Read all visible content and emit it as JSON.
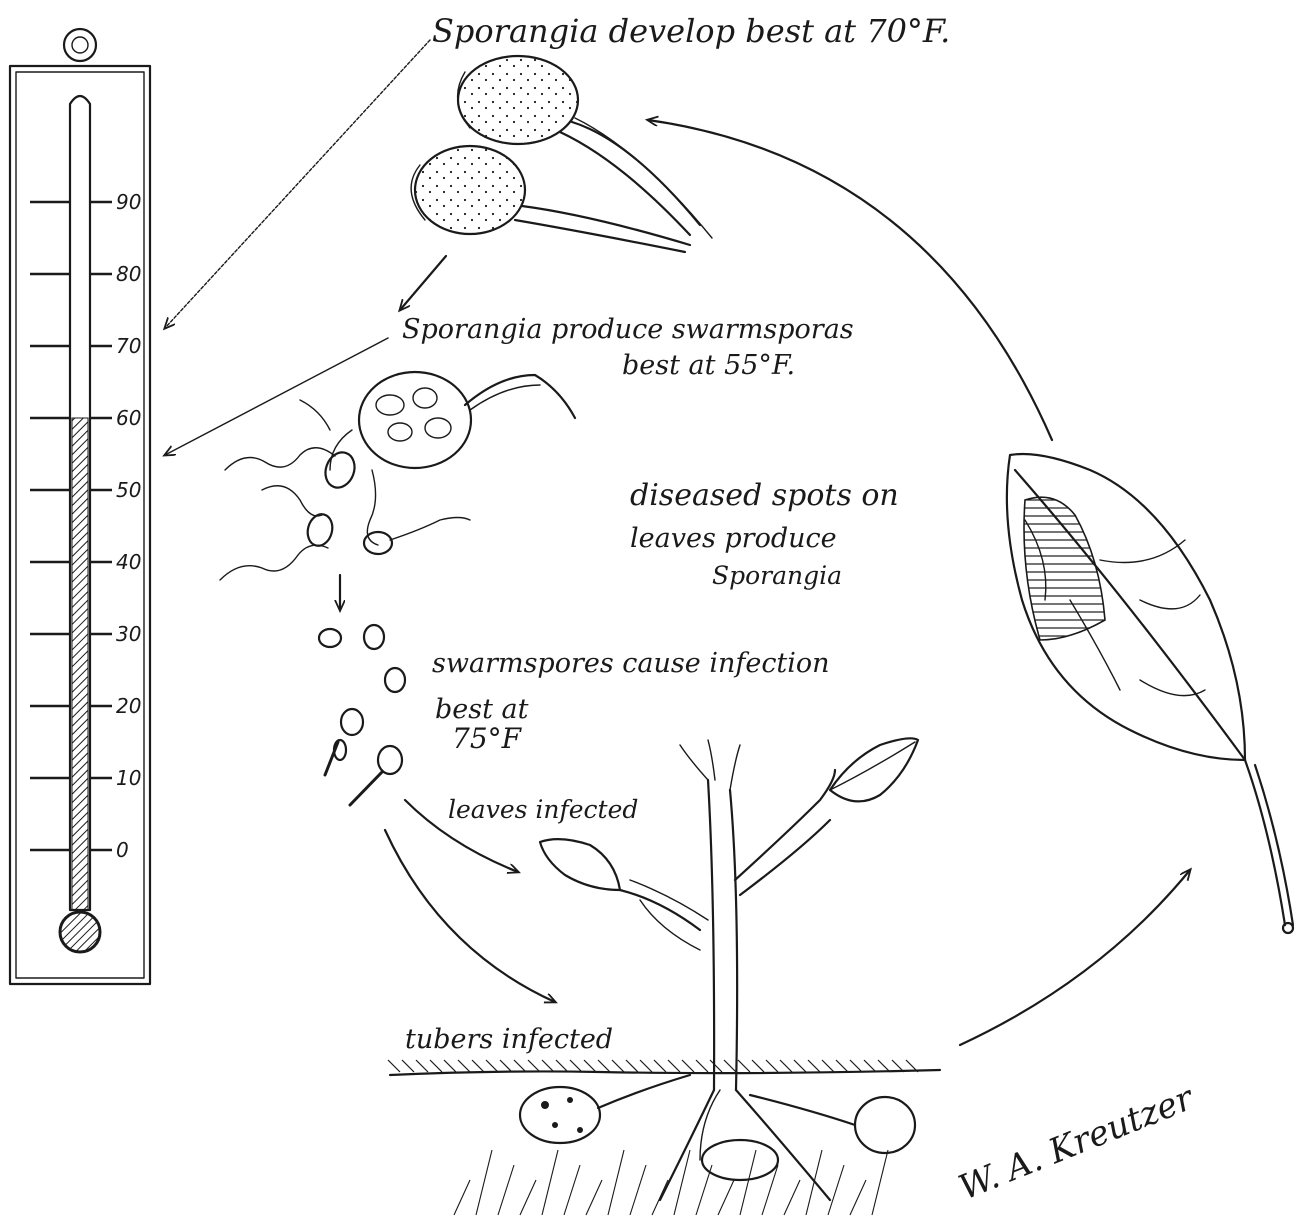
{
  "labels": {
    "sporangia_develop": "Sporangia develop best at 70°F.",
    "swarmspores_line1": "Sporangia produce swarmsporas",
    "swarmspores_line2": "best at 55°F.",
    "diseased_line1": "diseased spots on",
    "diseased_line2": "leaves produce",
    "diseased_line3": "Sporangia",
    "infection_line1": "swarmspores cause infection",
    "infection_line2": "best at",
    "infection_line3": "75°F",
    "leaves_infected": "leaves infected",
    "tubers_infected": "tubers infected",
    "signature": "W. A. Kreutzer"
  },
  "thermometer": {
    "scale": [
      "90",
      "80",
      "70",
      "60",
      "50",
      "40",
      "30",
      "20",
      "10",
      "0"
    ],
    "fill_level_f": 60,
    "scale_min_f": 0,
    "scale_max_f": 90
  },
  "colors": {
    "ink": "#1a1a1a",
    "paper": "#ffffff"
  }
}
